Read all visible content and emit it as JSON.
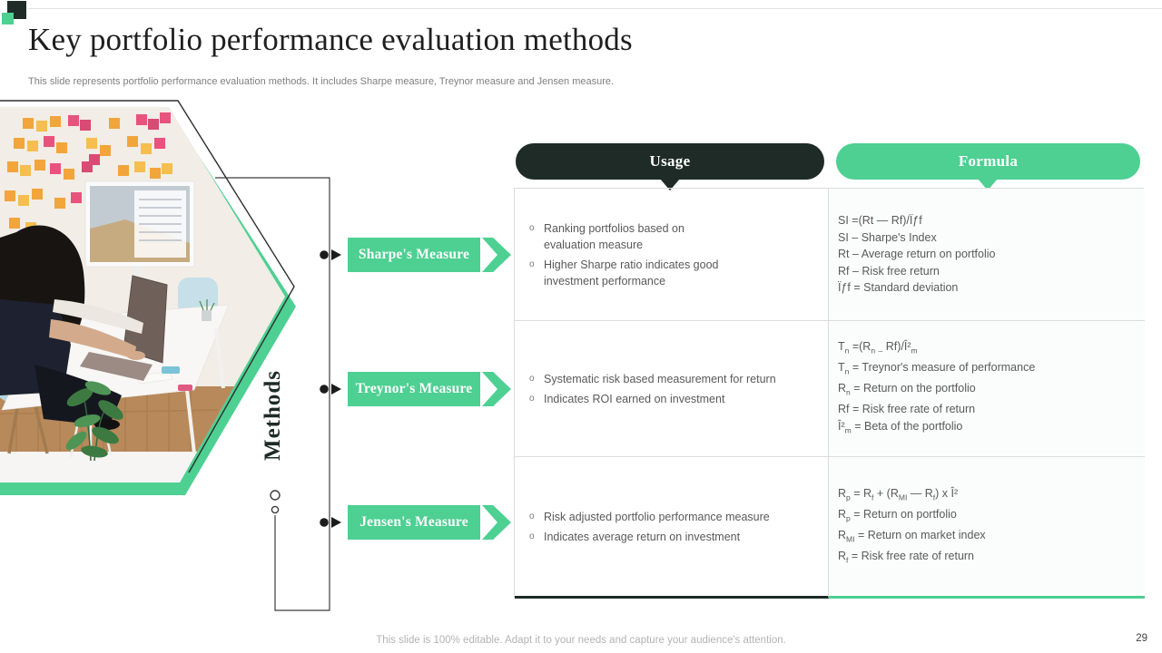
{
  "slide": {
    "title": "Key portfolio performance evaluation methods",
    "subtitle": "This slide represents portfolio performance evaluation methods. It includes Sharpe measure, Treynor measure and Jensen measure.",
    "footer": "This slide is 100% editable. Adapt it to your needs and capture your audience's attention.",
    "page_number": "29"
  },
  "colors": {
    "accent_green": "#4DD092",
    "accent_dark": "#1E2B27"
  },
  "diagram": {
    "group_label": "Methods",
    "items": [
      {
        "label": "Sharpe's Measure"
      },
      {
        "label": "Treynor's Measure"
      },
      {
        "label": "Jensen's Measure"
      }
    ]
  },
  "table": {
    "headers": {
      "usage": "Usage",
      "formula": "Formula"
    },
    "bullet_glyph": "o",
    "rows": [
      {
        "usage": [
          "Ranking portfolios based on\nevaluation  measure",
          "Higher Sharpe ratio indicates good\ninvestment performance"
        ],
        "formula": [
          "SI =(Rt — Rf)/Ïƒf",
          "SI – Sharpe's Index",
          "Rt – Average return on portfolio",
          "Rf – Risk free return",
          "Ïƒf = Standard deviation"
        ]
      },
      {
        "usage": [
          "Systematic risk based measurement for return",
          "Indicates ROI earned on investment"
        ],
        "formula": [
          "T_{n} =(R_{n} _{–} Rf)/Î²_{m}",
          "T_{n} = Treynor's measure of performance",
          "R_{n} = Return on the portfolio",
          "Rf = Risk free rate of return",
          "Î²_{m} = Beta of the portfolio"
        ]
      },
      {
        "usage": [
          "Risk adjusted portfolio performance measure",
          "Indicates average return on investment"
        ],
        "formula": [
          "R_{p} = R_{f} + (R_{MI} — R_{f}) x Î²",
          "R_{p} = Return on portfolio",
          "R_{MI} = Return on market index",
          "R_{f} = Risk free rate of return"
        ]
      }
    ]
  }
}
